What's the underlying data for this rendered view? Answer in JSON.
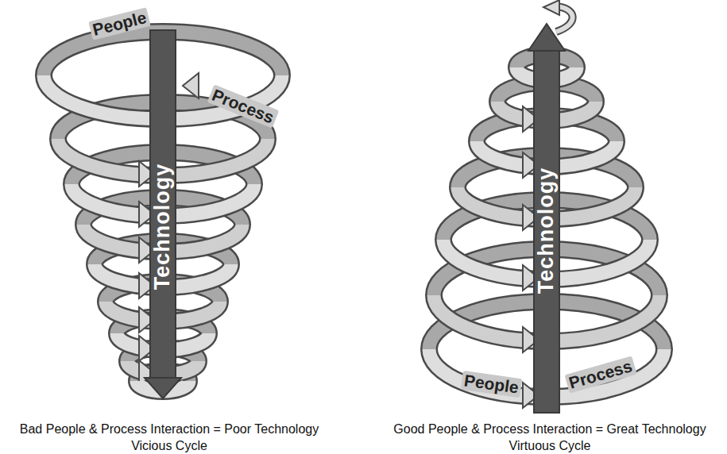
{
  "diagram": {
    "labels": [
      "People",
      "Process",
      "Technology",
      "Technology",
      "People",
      "Process",
      "Bad People & Process Interaction = Poor Technology",
      "Vicious Cycle",
      "Good People & Process Interaction = Great Technology",
      "Virtuous Cycle"
    ]
  }
}
